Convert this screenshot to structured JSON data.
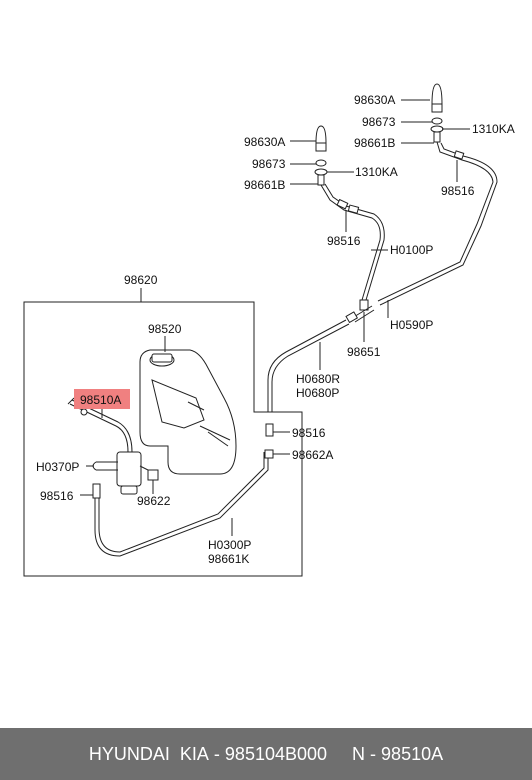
{
  "labels": {
    "p98630a_right": "98630A",
    "p98673_right": "98673",
    "p1310ka_right": "1310KA",
    "p98661b_right": "98661B",
    "p98516_right_top": "98516",
    "p98630a_left": "98630A",
    "p98673_left": "98673",
    "p1310ka_left": "1310KA",
    "p98661b_left": "98661B",
    "p98516_mid": "98516",
    "h0100p": "H0100P",
    "h0590p": "H0590P",
    "p98651": "98651",
    "h0680r": "H0680R",
    "h0680p": "H0680P",
    "p98620": "98620",
    "p98520": "98520",
    "p98510a": "98510A",
    "p98516_box": "98516",
    "p98662a": "98662A",
    "h0370p": "H0370P",
    "p98516_lower": "98516",
    "p98622": "98622",
    "h0300p": "H0300P",
    "p98661k": "98661K"
  },
  "highlight_color": "#f08080",
  "footer": {
    "brand": "HYUNDAI  KIA",
    "sep1": " - ",
    "part_number": "985104B000",
    "gap": "     ",
    "n_label": "N",
    "sep2": " - ",
    "catalog_number": "98510A"
  }
}
